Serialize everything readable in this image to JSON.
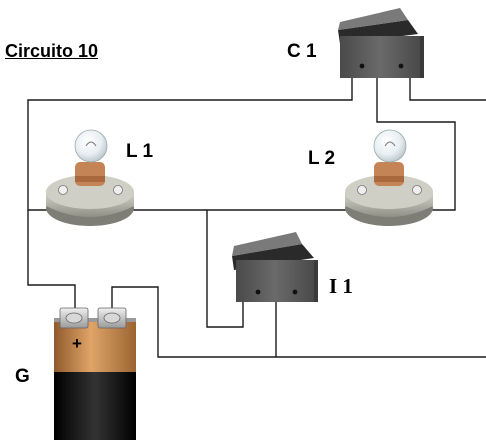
{
  "title": "Circuito 10",
  "labels": {
    "c1": "C 1",
    "l1": "L 1",
    "l2": "L 2",
    "i1": "I 1",
    "g": "G",
    "plus": "+"
  },
  "colors": {
    "wire": "#1a1a1a",
    "switch_body": "#5c5c5c",
    "lamp_base": "#b9b9ad",
    "battery_copper": "#c98a4f",
    "battery_black": "#111111"
  }
}
